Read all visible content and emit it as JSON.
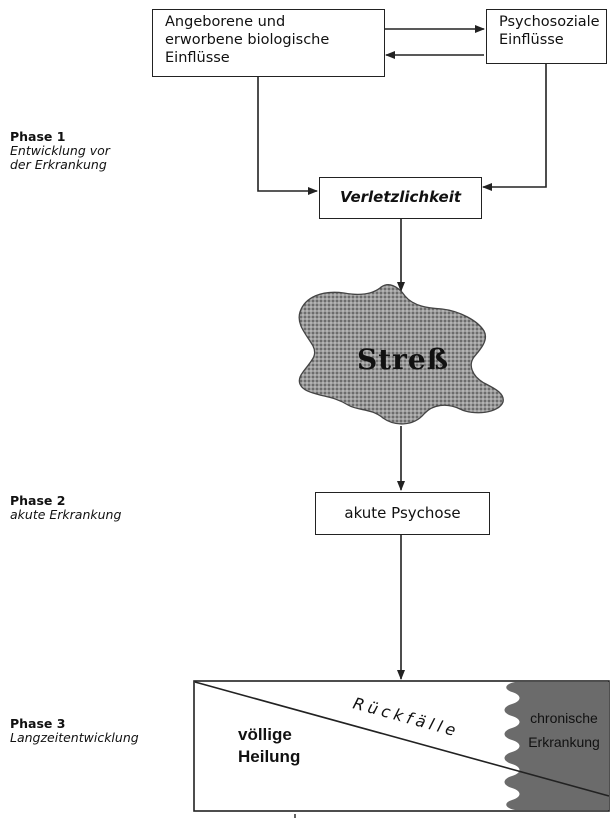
{
  "boxes": {
    "bio": [
      "Angeborene und",
      "erworbene biologische",
      "Einflüsse"
    ],
    "psycho": [
      "Psychosoziale",
      "Einflüsse"
    ],
    "vulnerability": "Verletzlichkeit",
    "stress": "Streß",
    "acute": "akute Psychose"
  },
  "phases": [
    {
      "title": "Phase 1",
      "subtitle": [
        "Entwicklung vor",
        "der Erkrankung"
      ]
    },
    {
      "title": "Phase 2",
      "subtitle": [
        "akute Erkrankung"
      ]
    },
    {
      "title": "Phase 3",
      "subtitle": [
        "Langzeitentwicklung"
      ]
    }
  ],
  "outcome": {
    "healing": [
      "völlige",
      "Heilung"
    ],
    "relapse": "Rückfälle",
    "chronic": [
      "chronische",
      "Erkrankung"
    ]
  },
  "colors": {
    "line": "#222222",
    "chronic_fill": "#6b6b6b",
    "stress_fill": "#8c8c8c"
  }
}
